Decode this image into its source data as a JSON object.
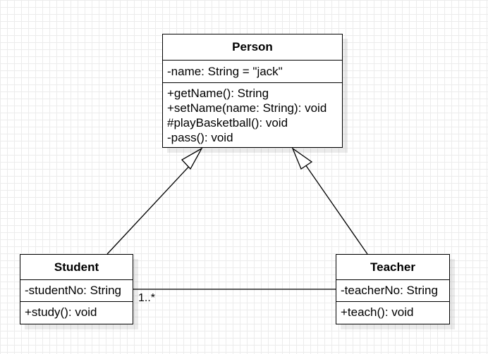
{
  "classes": {
    "person": {
      "name": "Person",
      "attributes": [
        "-name: String = \"jack\""
      ],
      "methods": [
        "+getName(): String",
        "+setName(name: String): void",
        "#playBasketball(): void",
        "-pass(): void"
      ]
    },
    "student": {
      "name": "Student",
      "attributes": [
        "-studentNo: String"
      ],
      "methods": [
        "+study(): void"
      ]
    },
    "teacher": {
      "name": "Teacher",
      "attributes": [
        "-teacherNo: String"
      ],
      "methods": [
        "+teach(): void"
      ]
    }
  },
  "relationships": {
    "student_to_person": "generalization",
    "teacher_to_person": "generalization",
    "student_teacher": {
      "type": "association",
      "multiplicity": "1..*"
    }
  }
}
